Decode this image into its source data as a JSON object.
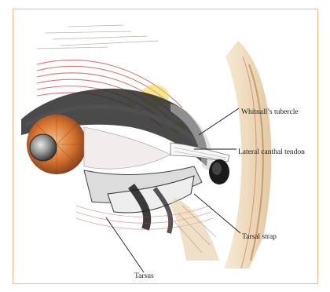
{
  "labels": {
    "whitnall": "Whitnall’s tubercle",
    "canthal": "Lateral canthal tendon",
    "strap": "Tarsal strap",
    "tarsus": "Tarsus"
  },
  "colors": {
    "frame_border": "#f0b889",
    "muscle_red": "#c94a43",
    "fat_yellow": "#f0d23a",
    "bone_tan": "#d9b27a",
    "iris_orange": "#d8742f",
    "ink": "#1a1a1a"
  }
}
